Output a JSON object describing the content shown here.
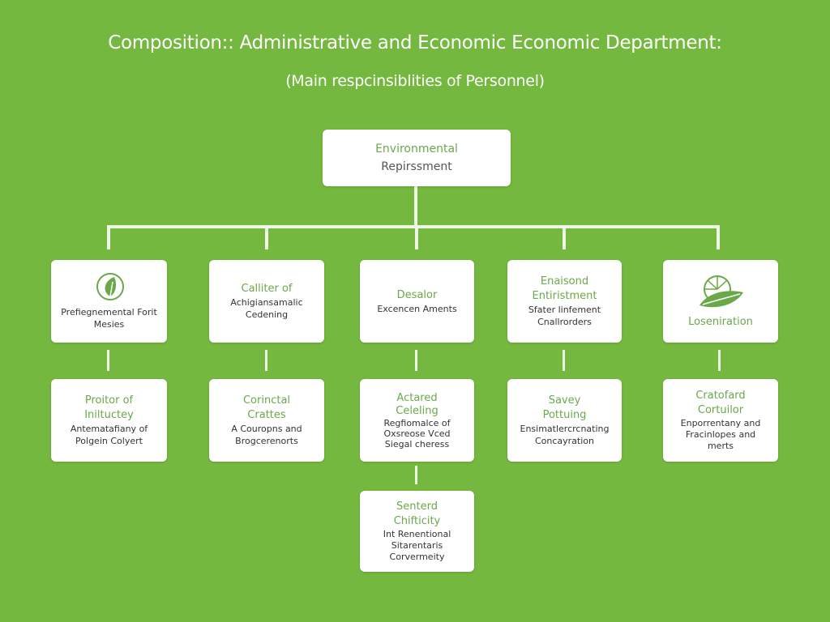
{
  "header": {
    "title": "Composition:: Administrative and Economic Economic Department:",
    "subtitle": "(Main respcinsiblities of Personnel)"
  },
  "root": {
    "line1": "Environmental",
    "line2": "Repirssment"
  },
  "colors": {
    "background": "#75b83f",
    "heading": "#6aa84a",
    "box": "#ffffff"
  },
  "row1": [
    {
      "icon": "leaf-head-icon",
      "heading": "",
      "body": "Prefiegnemental Forit Mesies"
    },
    {
      "heading": "Calliter of",
      "body": "Achigiansamalic Cedening"
    },
    {
      "heading": "Desalor",
      "body": "Excencen Aments"
    },
    {
      "heading": "Enaisond Entiristment",
      "body": "Sfater linfement Cnallrorders"
    },
    {
      "icon": "leaf-wheel-icon",
      "heading": "Loseniration",
      "body": ""
    }
  ],
  "row2": [
    {
      "heading": "Proitor of Iniltuctey",
      "body": "Antematafiany of Polgein Colyert"
    },
    {
      "heading": "Corinctal Crattes",
      "body": "A Couropns and Brogcerenorts"
    },
    {
      "heading": "Actared Celeling",
      "body": "Regfiomalce of Oxsreose Vced Siegal cheress"
    },
    {
      "heading": "Savey Pottuing",
      "body": "Ensimatlercrcnating Concayration"
    },
    {
      "heading": "Cratofard Cortuilor",
      "body": "Enporrentany and Fracinlopes and merts"
    }
  ],
  "row3": {
    "heading": "Senterd Chifticity",
    "body": "Int Renentional Sitarentaris Corvermeity"
  }
}
